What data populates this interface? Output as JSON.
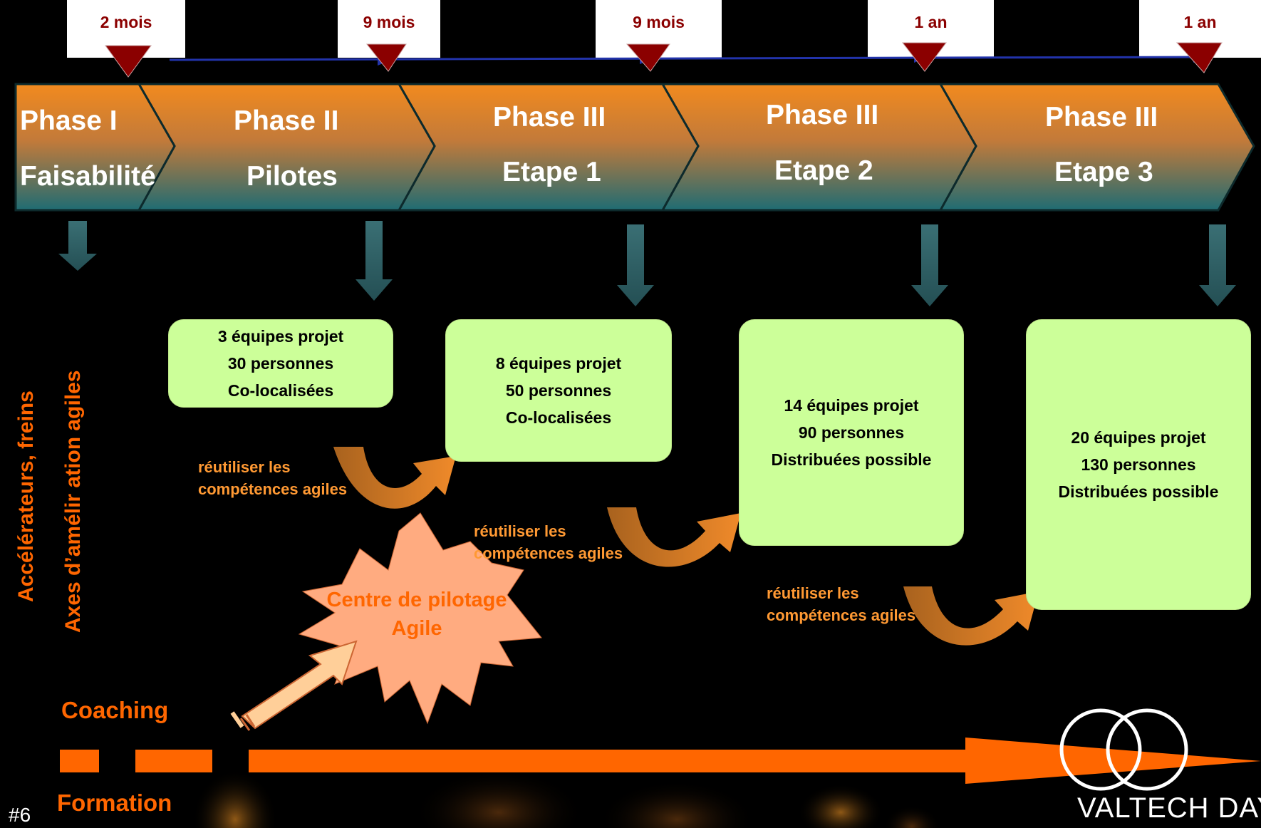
{
  "durations": [
    "2 mois",
    "9 mois",
    "9 mois",
    "1 an",
    "1 an"
  ],
  "phases": [
    {
      "line1": "Phase I",
      "line2": "Faisabilité"
    },
    {
      "line1": "Phase II",
      "line2": "Pilotes"
    },
    {
      "line1": "Phase III",
      "line2": "Etape 1"
    },
    {
      "line1": "Phase III",
      "line2": "Etape 2"
    },
    {
      "line1": "Phase III",
      "line2": "Etape 3"
    }
  ],
  "boxes": [
    {
      "teams": "3 équipes projet",
      "people": "30 personnes",
      "mode": "Co-localisées"
    },
    {
      "teams": "8 équipes projet",
      "people": "50 personnes",
      "mode": "Co-localisées"
    },
    {
      "teams": "14 équipes projet",
      "people": "90 personnes",
      "mode": "Distribuées possible"
    },
    {
      "teams": "20 équipes projet",
      "people": "130 personnes",
      "mode": "Distribuées possible"
    }
  ],
  "reuse": [
    {
      "line1": "réutiliser les",
      "line2": "compétences agiles"
    },
    {
      "line1": "réutiliser les",
      "line2": "compétences agiles"
    },
    {
      "line1": "réutiliser les",
      "line2": "compétences agiles"
    }
  ],
  "side_labels": {
    "brakes": "Accélérateurs, freins",
    "axes": "Axes d’amélir ation agiles"
  },
  "center": {
    "line1": "Centre de pilotage",
    "line2": "Agile"
  },
  "coaching": "Coaching",
  "formation": "Formation",
  "slide_number": "#6",
  "logo": "VALTECH DAYS",
  "colors": {
    "accent": "#ff6600",
    "box": "#ccff99",
    "marker": "#8b0000",
    "arrow_teal": "#2f5f63"
  }
}
